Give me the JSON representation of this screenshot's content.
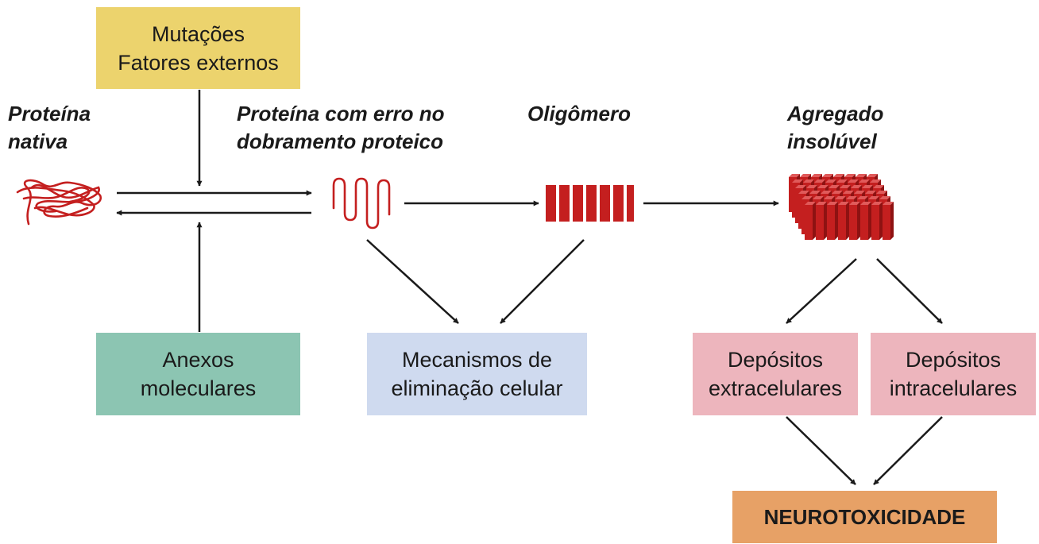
{
  "stages": {
    "native": [
      "Proteína",
      "nativa"
    ],
    "misfolded": [
      "Proteína com erro no",
      "dobramento proteico"
    ],
    "oligomer": [
      "Oligômero"
    ],
    "aggregate": [
      "Agregado",
      "insolúvel"
    ]
  },
  "boxes": {
    "mutations": [
      "Mutações",
      "Fatores externos"
    ],
    "chaperones": [
      "Anexos",
      "moleculares"
    ],
    "elimination": [
      "Mecanismos de",
      "eliminação celular"
    ],
    "extracellular": [
      "Depósitos",
      "extracelulares"
    ],
    "intracellular": [
      "Depósitos",
      "intracelulares"
    ],
    "neurotoxicity": "NEUROTOXICIDADE"
  },
  "colors": {
    "mutations_fill": "#ecd36d",
    "chaperones_fill": "#8cc5b2",
    "elimination_fill": "#cfdaef",
    "deposits_fill": "#edb5bd",
    "neurotoxicity_fill": "#e7a166",
    "protein_red": "#c41f1f",
    "arrow": "#1a1a1a"
  },
  "icons": {
    "native": "tangled-protein-icon",
    "misfolded": "misfolded-protein-icon",
    "oligomer": "oligomer-icon",
    "aggregate": "aggregate-icon"
  }
}
